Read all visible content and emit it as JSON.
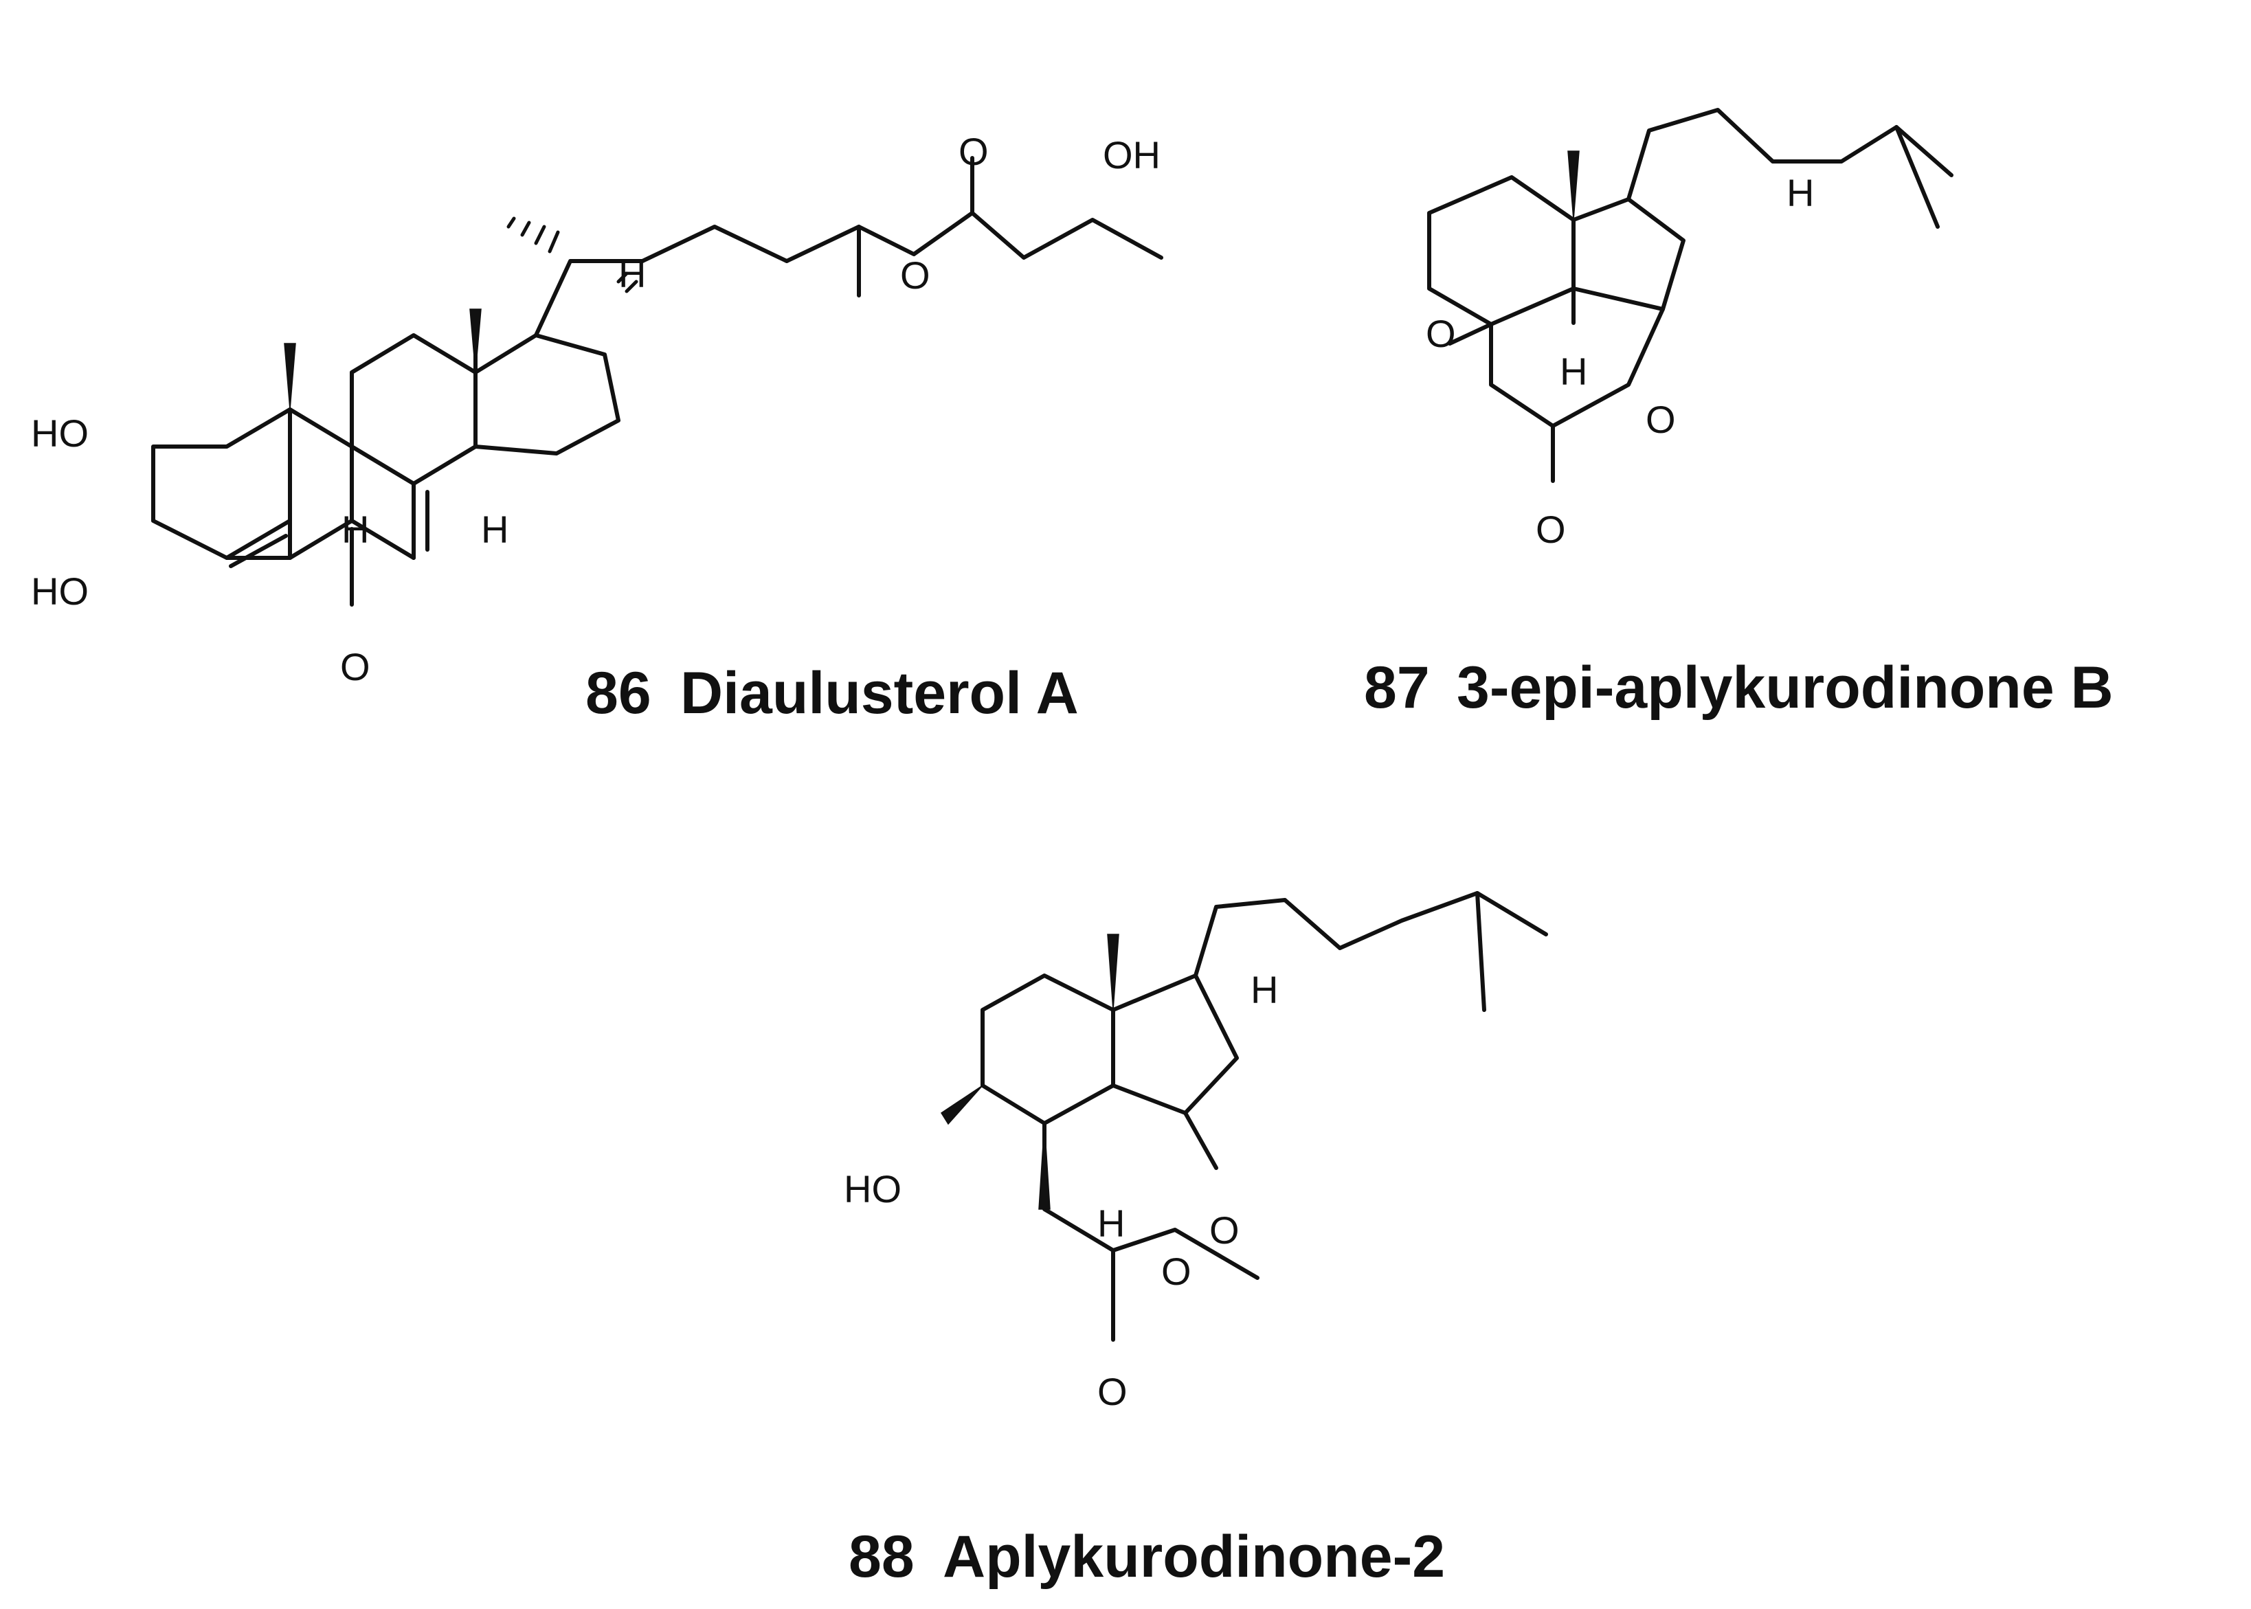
{
  "compounds": [
    {
      "number": "86",
      "name": "Diaulusterol A"
    },
    {
      "number": "87",
      "name": "3-epi-aplykurodinone B"
    },
    {
      "number": "88",
      "name": "Aplykurodinone-2"
    }
  ],
  "atom_labels": {
    "hydroxyl": "HO",
    "hydroxyl_right": "OH",
    "oxygen": "O",
    "hydrogen": "H"
  }
}
